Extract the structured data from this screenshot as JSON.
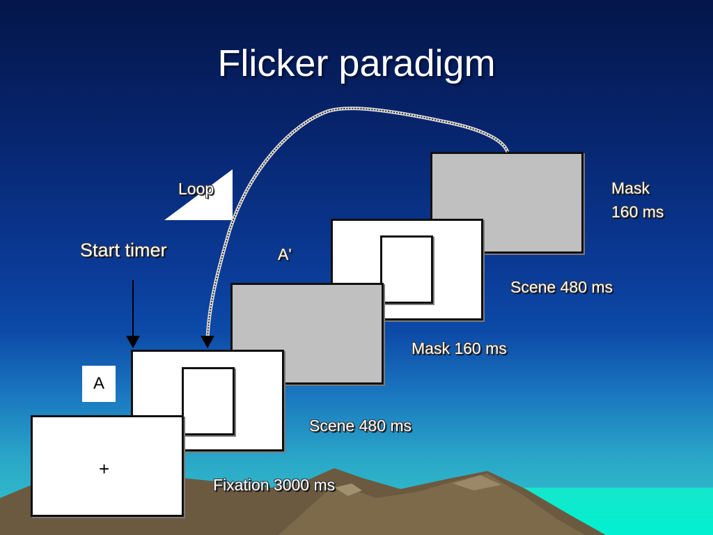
{
  "slide": {
    "title": "Flicker paradigm"
  },
  "labels": {
    "start_timer": "Start timer",
    "loop": "Loop",
    "a_label": "A",
    "a_prime": "A'",
    "fixation_cross": "+"
  },
  "steps": [
    {
      "name": "Fixation",
      "label": "Fixation 3000 ms"
    },
    {
      "name": "Scene",
      "label": "Scene 480 ms"
    },
    {
      "name": "Mask",
      "label": "Mask 160 ms"
    },
    {
      "name": "Scene",
      "label": "Scene 480 ms"
    },
    {
      "name": "Mask",
      "label_line1": "Mask",
      "label_line2": "160 ms"
    }
  ],
  "colors": {
    "panel_white": "#ffffff",
    "panel_gray": "#c0c0c0",
    "background_top": "#04164a",
    "background_bottom": "#35c8cc"
  }
}
